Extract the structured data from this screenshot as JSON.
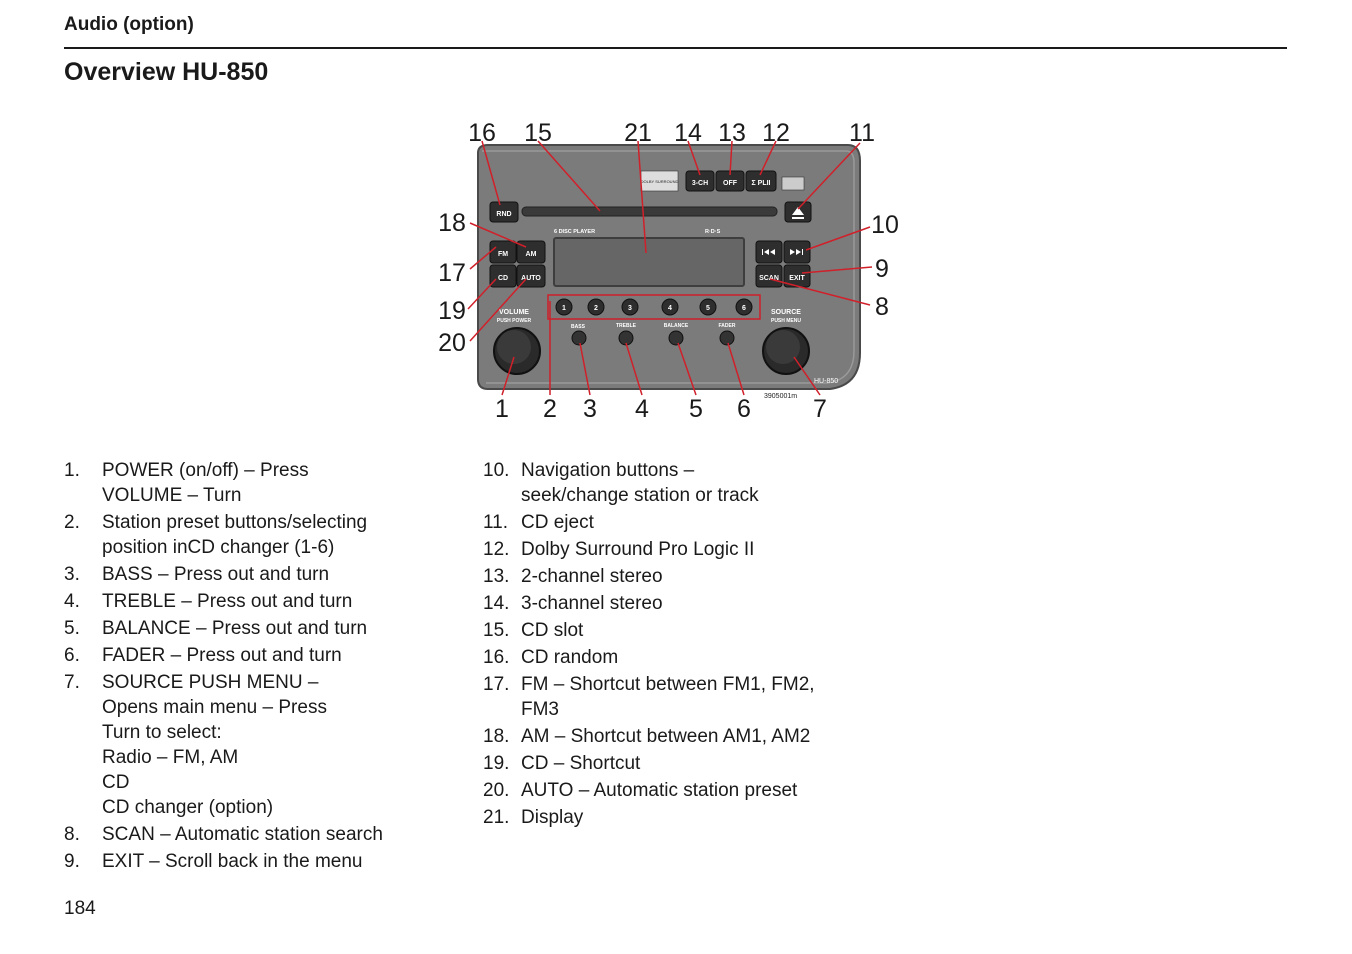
{
  "header": {
    "section": "Audio (option)",
    "title": "Overview HU-850"
  },
  "diagram": {
    "callouts": [
      "16",
      "15",
      "21",
      "14",
      "13",
      "12",
      "11",
      "18",
      "10",
      "17",
      "9",
      "19",
      "8",
      "20",
      "1",
      "2",
      "3",
      "4",
      "5",
      "6",
      "7"
    ],
    "buttons": {
      "rnd": "RND",
      "fm": "FM",
      "am": "AM",
      "cd": "CD",
      "auto": "AUTO",
      "ch3": "3-CH",
      "off": "OFF",
      "plii": "Σ PLII",
      "scan": "SCAN",
      "exit": "EXIT",
      "presets": [
        "1",
        "2",
        "3",
        "4",
        "5",
        "6"
      ]
    },
    "labels": {
      "dolby": "DOLBY SURROUND",
      "disc_player": "6 DISC PLAYER",
      "rds": "R·D·S",
      "volume": "VOLUME",
      "push_power": "PUSH POWER",
      "source": "SOURCE",
      "push_menu": "PUSH MENU",
      "bass": "BASS",
      "treble": "TREBLE",
      "balance": "BALANCE",
      "fader": "FADER",
      "model": "HU-850",
      "figure_code": "3905001m"
    },
    "colors": {
      "panel": "#7b7b7b",
      "panel_dark": "#555555",
      "callout_line": "#d0202a"
    }
  },
  "left_items": [
    {
      "num": "1.",
      "text": "POWER (on/off) – Press\nVOLUME – Turn"
    },
    {
      "num": "2.",
      "text": "Station preset buttons/selecting\nposition inCD changer (1-6)"
    },
    {
      "num": "3.",
      "text": "BASS – Press out and turn"
    },
    {
      "num": "4.",
      "text": "TREBLE – Press out and turn"
    },
    {
      "num": "5.",
      "text": "BALANCE – Press out and turn"
    },
    {
      "num": "6.",
      "text": "FADER – Press out and turn"
    },
    {
      "num": "7.",
      "text": "SOURCE PUSH MENU –\nOpens main menu – Press\nTurn to select:\nRadio – FM, AM\nCD\nCD changer (option)"
    },
    {
      "num": "8.",
      "text": "SCAN – Automatic station search"
    },
    {
      "num": "9.",
      "text": "EXIT – Scroll back in the menu"
    }
  ],
  "right_items": [
    {
      "num": "10.",
      "text": "Navigation buttons –\nseek/change station or track"
    },
    {
      "num": "11.",
      "text": "CD eject"
    },
    {
      "num": "12.",
      "text": "Dolby Surround Pro Logic II"
    },
    {
      "num": "13.",
      "text": "2-channel stereo"
    },
    {
      "num": "14.",
      "text": "3-channel stereo"
    },
    {
      "num": "15.",
      "text": "CD slot"
    },
    {
      "num": "16.",
      "text": "CD random"
    },
    {
      "num": "17.",
      "text": "FM – Shortcut between FM1, FM2,\nFM3"
    },
    {
      "num": "18.",
      "text": "AM – Shortcut between AM1, AM2"
    },
    {
      "num": "19.",
      "text": "CD – Shortcut"
    },
    {
      "num": "20.",
      "text": "AUTO – Automatic station preset"
    },
    {
      "num": "21.",
      "text": "Display"
    }
  ],
  "footer": {
    "page_number": "184"
  }
}
